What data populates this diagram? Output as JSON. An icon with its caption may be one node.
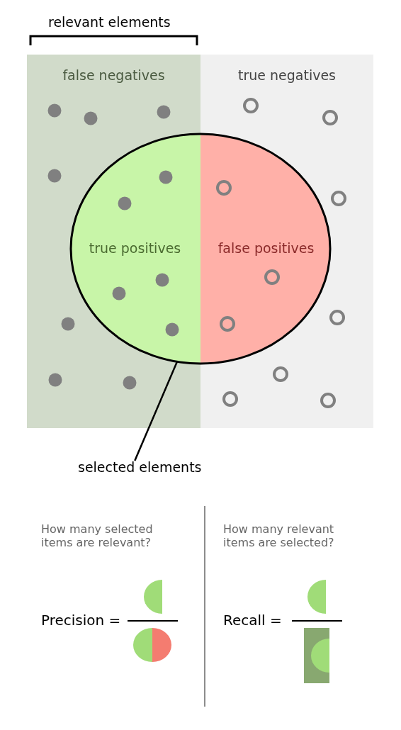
{
  "diagram": {
    "nodes": [
      {
        "text": [
          "false negatives"
        ]
      },
      {
        "text": [
          "true negatives"
        ]
      },
      {
        "text": [],
        "shape": "ellipse"
      },
      {
        "text": [
          "true positives"
        ]
      },
      {
        "text": [
          "false positives"
        ]
      },
      {
        "text": [
          "selected elements"
        ]
      }
    ],
    "edges": [
      {
        "from": 5,
        "to": 2,
        "arrow": "none"
      }
    ],
    "labels": [
      "relevant elements",
      "How many selected items are relevant?",
      "Precision =",
      "How many relevant items are selected?",
      "Recall ="
    ]
  }
}
